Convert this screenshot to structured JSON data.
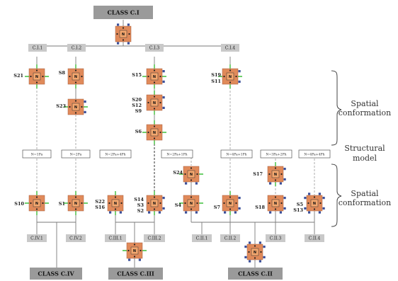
{
  "classes": {
    "top": "CLASS C.I",
    "iv": "CLASS C.IV",
    "iii": "CLASS C.III",
    "ii": "CLASS C.II"
  },
  "subclasses": {
    "c_i_1": "C.I.1",
    "c_i_2": "C.I.2",
    "c_i_3": "C.I.3",
    "c_i_4": "C.I.4",
    "c_iv_1": "C.IV.1",
    "c_iv_2": "C.IV.2",
    "c_iii_1": "C.III.1",
    "c_iii_2": "C.III.2",
    "c_ii_1": "C.II.1",
    "c_ii_2": "C.II.2",
    "c_ii_3": "C.II.3",
    "c_ii_4": "C.II.4"
  },
  "labels": {
    "s21": "S21",
    "s8": "S8",
    "s23": "S23",
    "s15": "S15",
    "s20": "S20",
    "s12": "S12",
    "s9": "S9",
    "s6": "S6",
    "s19": "S19",
    "s11": "S11",
    "s24": "S24",
    "s17": "S17",
    "s10": "S10",
    "s1": "S1",
    "s22": "S22",
    "s16": "S16",
    "s14": "S14",
    "s3": "S3",
    "s2": "S2",
    "s4": "S4",
    "s7": "S7",
    "s18": "S18",
    "s5": "S5",
    "s13": "S13"
  },
  "structural": {
    "eq1": "N=1Pa",
    "eq2": "N=2Pa",
    "eq3": "N=2Pa+4Ph",
    "eq4": "N=2Pa+1Ph",
    "eq5": "N=4Pa+1Ph",
    "eq6": "N=3Pa+2Ph",
    "eq7": "N=4Pa+4Ph"
  },
  "side_labels": {
    "spatial_top_1": "Spatial",
    "spatial_top_2": "conformation",
    "structural_1": "Structural",
    "structural_2": "model",
    "spatial_bottom_1": "Spatial",
    "spatial_bottom_2": "conformation"
  },
  "module": {
    "center_letter": "N",
    "colors": {
      "outer": "#e08a5a",
      "nitrogen": "#f4a76e",
      "pyrrole": "#b8322c",
      "pyridine": "#3a4f9a",
      "bond": "#3fbf3a",
      "class_box": "#9a9a9a",
      "subclass_box": "#c9c9c9"
    }
  }
}
